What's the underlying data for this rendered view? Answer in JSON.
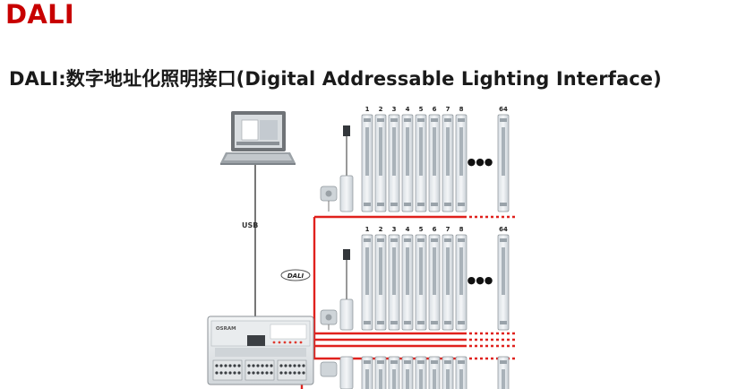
{
  "title": "DALI",
  "subtitle": "DALI:数字地址化照明接口(Digital Addressable Lighting Interface)",
  "diagram": {
    "usb_label": "USB",
    "dali_label": "DALI",
    "controller_brand": "OSRAM",
    "driver_numbers": [
      "1",
      "2",
      "3",
      "4",
      "5",
      "6",
      "7",
      "8"
    ],
    "last_driver_number": "64",
    "ellipsis": "●●●",
    "colors": {
      "bus_line": "#e0211d",
      "usb_line": "#555555",
      "title": "#c80000"
    }
  }
}
